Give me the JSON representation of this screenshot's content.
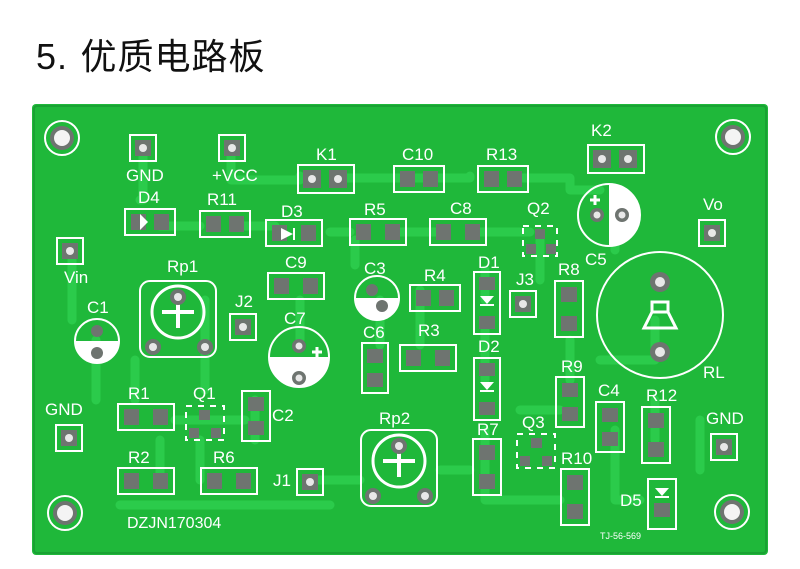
{
  "heading": {
    "number": "5.",
    "title": "优质电路板"
  },
  "board": {
    "colors": {
      "substrate": "#1fb83a",
      "trace": "#27c545",
      "silkscreen": "#ffffff",
      "pad": "#6e7470",
      "mask_border": "#138a2a"
    },
    "serial": "DZJN170304",
    "code": "TJ-56-569",
    "labels": {
      "gnd_top": "GND",
      "vcc": "+VCC",
      "k1": "K1",
      "c10": "C10",
      "r13": "R13",
      "k2": "K2",
      "d4": "D4",
      "r11": "R11",
      "d3": "D3",
      "r5": "R5",
      "c8": "C8",
      "q2": "Q2",
      "vo": "Vo",
      "c5": "C5",
      "vin": "Vin",
      "rp1": "Rp1",
      "c9": "C9",
      "c3": "C3",
      "r4": "R4",
      "d1": "D1",
      "j3": "J3",
      "r8": "R8",
      "c1": "C1",
      "j2": "J2",
      "c7": "C7",
      "c6": "C6",
      "r3": "R3",
      "d2": "D2",
      "rl": "RL",
      "r9": "R9",
      "gnd_left": "GND",
      "r1": "R1",
      "q1": "Q1",
      "c2": "C2",
      "rp2": "Rp2",
      "r7": "R7",
      "q3": "Q3",
      "c4": "C4",
      "r12": "R12",
      "gnd_right": "GND",
      "r2": "R2",
      "r6": "R6",
      "j1": "J1",
      "r10": "R10",
      "d5": "D5"
    }
  }
}
